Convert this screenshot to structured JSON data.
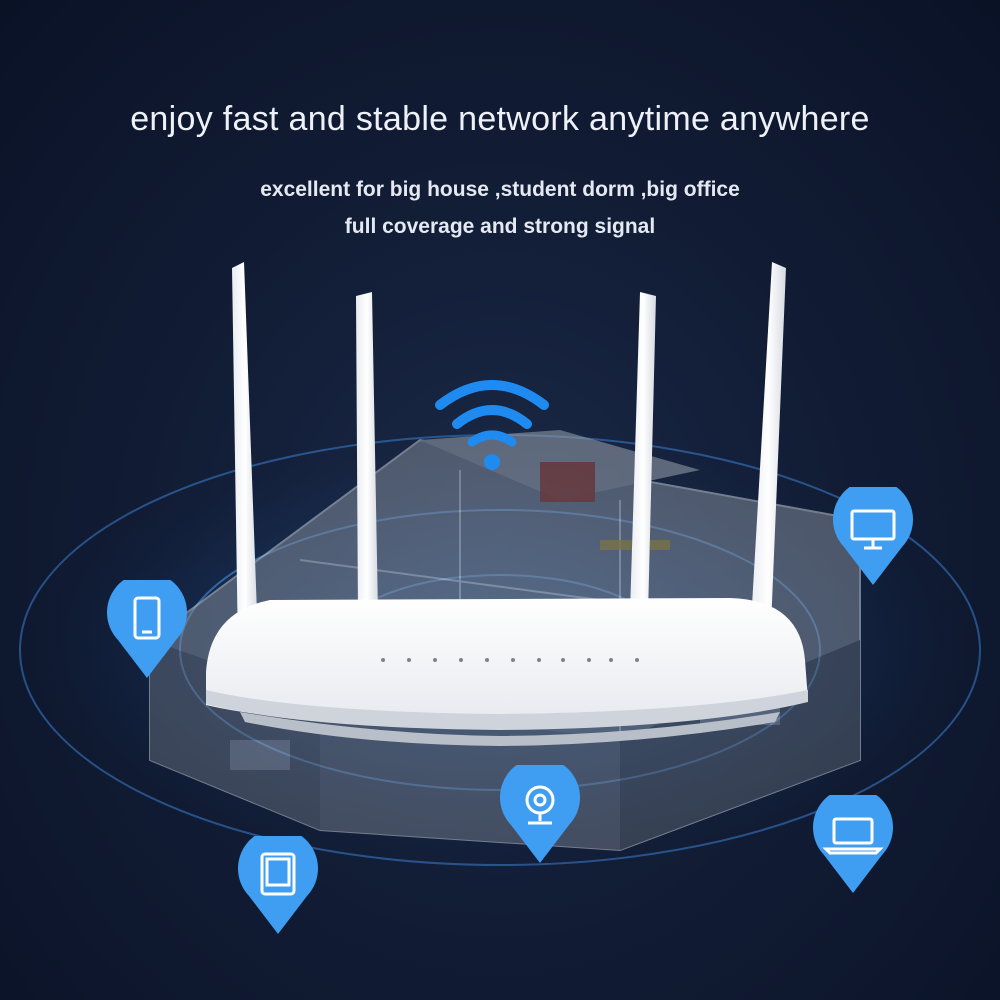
{
  "headline": "enjoy fast and stable network anytime anywhere",
  "sublines": [
    "excellent for big house ,student dorm ,big office",
    "full coverage and strong signal"
  ],
  "colors": {
    "background": "#121d36",
    "accent_blue": "#4aa8f5",
    "router_white": "#f2f4f7"
  },
  "device_icons": [
    "smartphone-icon",
    "monitor-icon",
    "webcam-icon",
    "tablet-icon",
    "laptop-icon"
  ]
}
